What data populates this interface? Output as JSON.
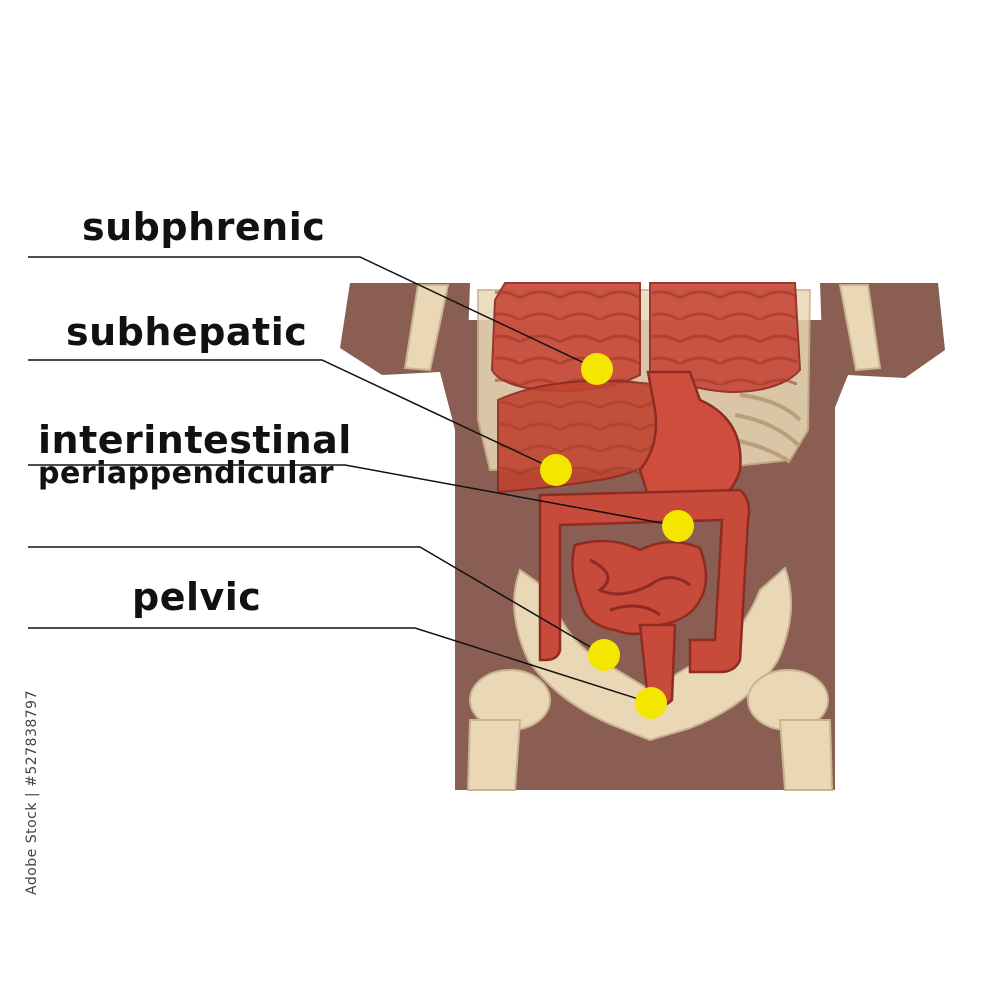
{
  "labels": {
    "subphrenic": "subphrenic",
    "subhepatic": "subhepatic",
    "interintestinal": "interintestinal",
    "periappendicular": "periappendicular",
    "pelvic": "pelvic"
  },
  "stock_id": "Adobe Stock | #527838797",
  "colors": {
    "skin": "#8a5e52",
    "bone": "#e9d7b6",
    "organ": "#c84a3a",
    "organ_dark": "#8e2b22",
    "marker": "#f5e600",
    "leader_line": "#111111"
  }
}
